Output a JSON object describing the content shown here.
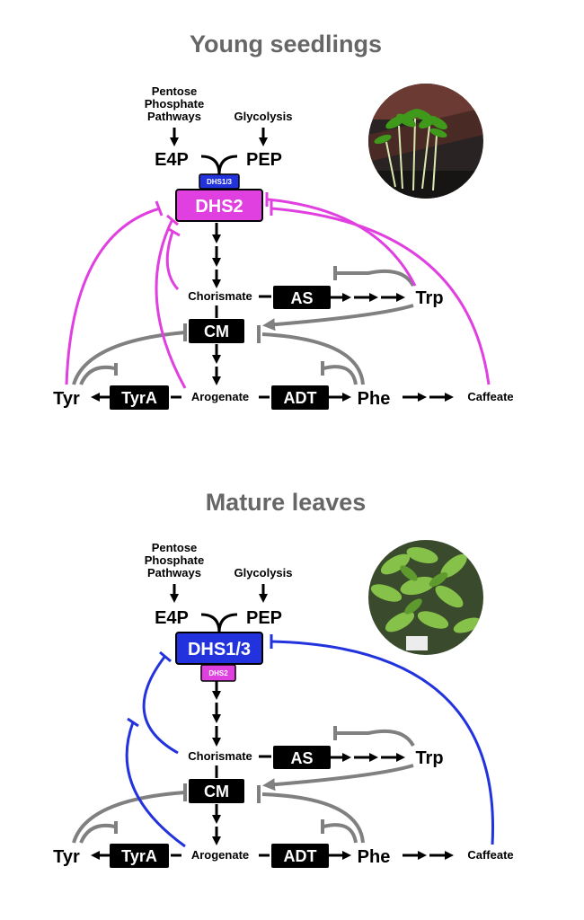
{
  "colors": {
    "young_regulation": "#e040e0",
    "mature_regulation": "#2233dd",
    "feedback_gray": "#808080",
    "title_gray": "#666666"
  },
  "panels": [
    {
      "title": "Young seedlings",
      "photo_icon": "seedlings-photo",
      "main_enzyme": "DHS2",
      "minor_enzyme": "DHS1/3",
      "main_color": "#e040e0",
      "minor_color": "#2233dd"
    },
    {
      "title": "Mature leaves",
      "photo_icon": "rosette-leaves-photo",
      "main_enzyme": "DHS1/3",
      "minor_enzyme": "DHS2",
      "main_color": "#2233dd",
      "minor_color": "#e040e0"
    }
  ],
  "nodes": {
    "ppp_line1": "Pentose",
    "ppp_line2": "Phosphate",
    "ppp_line3": "Pathways",
    "glycolysis": "Glycolysis",
    "e4p": "E4P",
    "pep": "PEP",
    "chorismate": "Chorismate",
    "as": "AS",
    "trp": "Trp",
    "cm": "CM",
    "tyr": "Tyr",
    "tyra": "TyrA",
    "arogenate": "Arogenate",
    "adt": "ADT",
    "phe": "Phe",
    "caffeate": "Caffeate"
  }
}
